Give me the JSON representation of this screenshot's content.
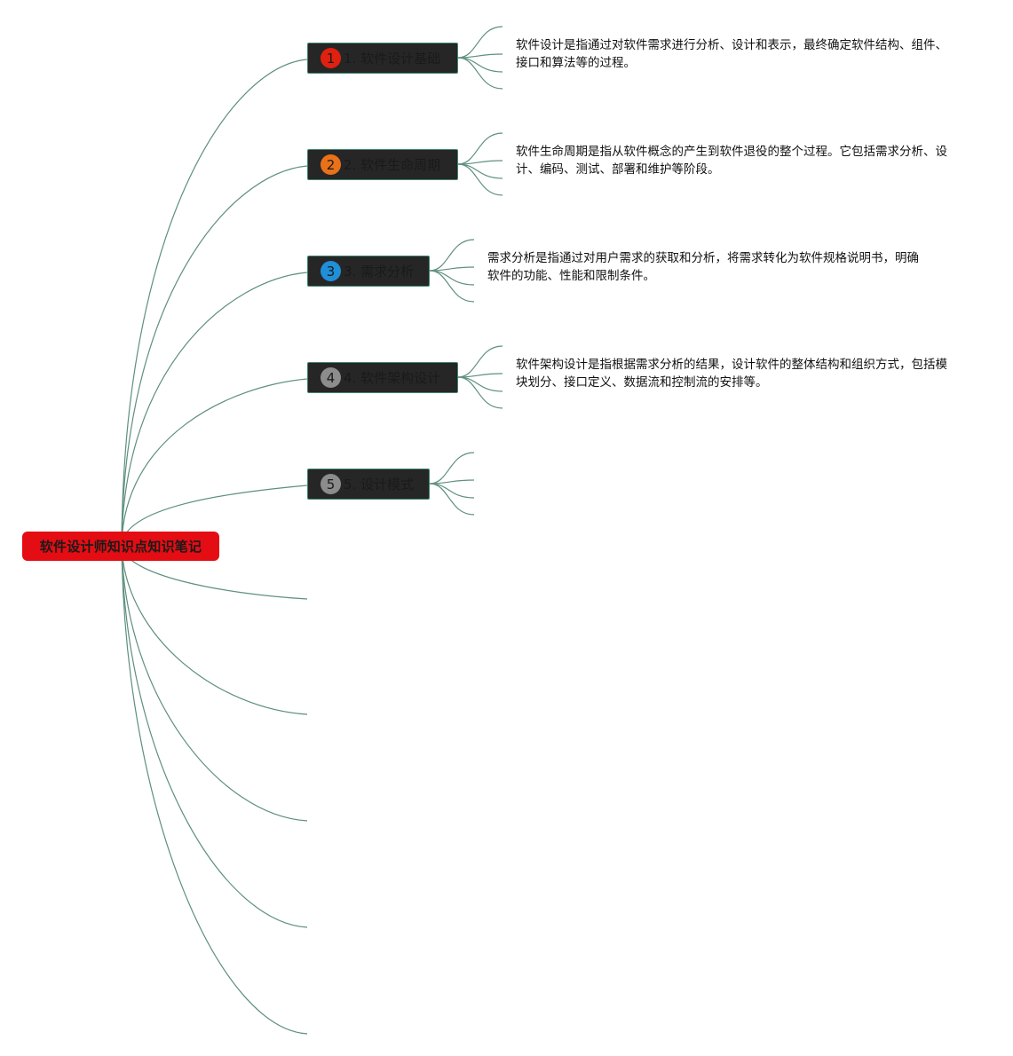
{
  "root": {
    "title": "软件设计师知识点知识笔记"
  },
  "topics": [
    {
      "number": "1",
      "label": "1. 软件设计基础",
      "badge_color": "#e0210f",
      "note": "软件设计是指通过对软件需求进行分析、设计和表示，最终确定软件结构、组件、接口和算法等的过程。"
    },
    {
      "number": "2",
      "label": "2. 软件生命周期",
      "badge_color": "#e8711a",
      "note": "软件生命周期是指从软件概念的产生到软件退役的整个过程。它包括需求分析、设计、编码、测试、部署和维护等阶段。"
    },
    {
      "number": "3",
      "label": "3. 需求分析",
      "badge_color": "#1f8fd8",
      "note": "需求分析是指通过对用户需求的获取和分析，将需求转化为软件规格说明书，明确软件的功能、性能和限制条件。"
    },
    {
      "number": "4",
      "label": "4. 软件架构设计",
      "badge_color": "#8c8c8c",
      "note": "软件架构设计是指根据需求分析的结果，设计软件的整体结构和组织方式，包括模块划分、接口定义、数据流和控制流的安排等。"
    },
    {
      "number": "5",
      "label": "5. 设计模式",
      "badge_color": "#8c8c8c",
      "note": ""
    }
  ],
  "colors": {
    "root": "#e30d13",
    "topic_bg": "#262626",
    "connector": "#5e8f7f"
  }
}
